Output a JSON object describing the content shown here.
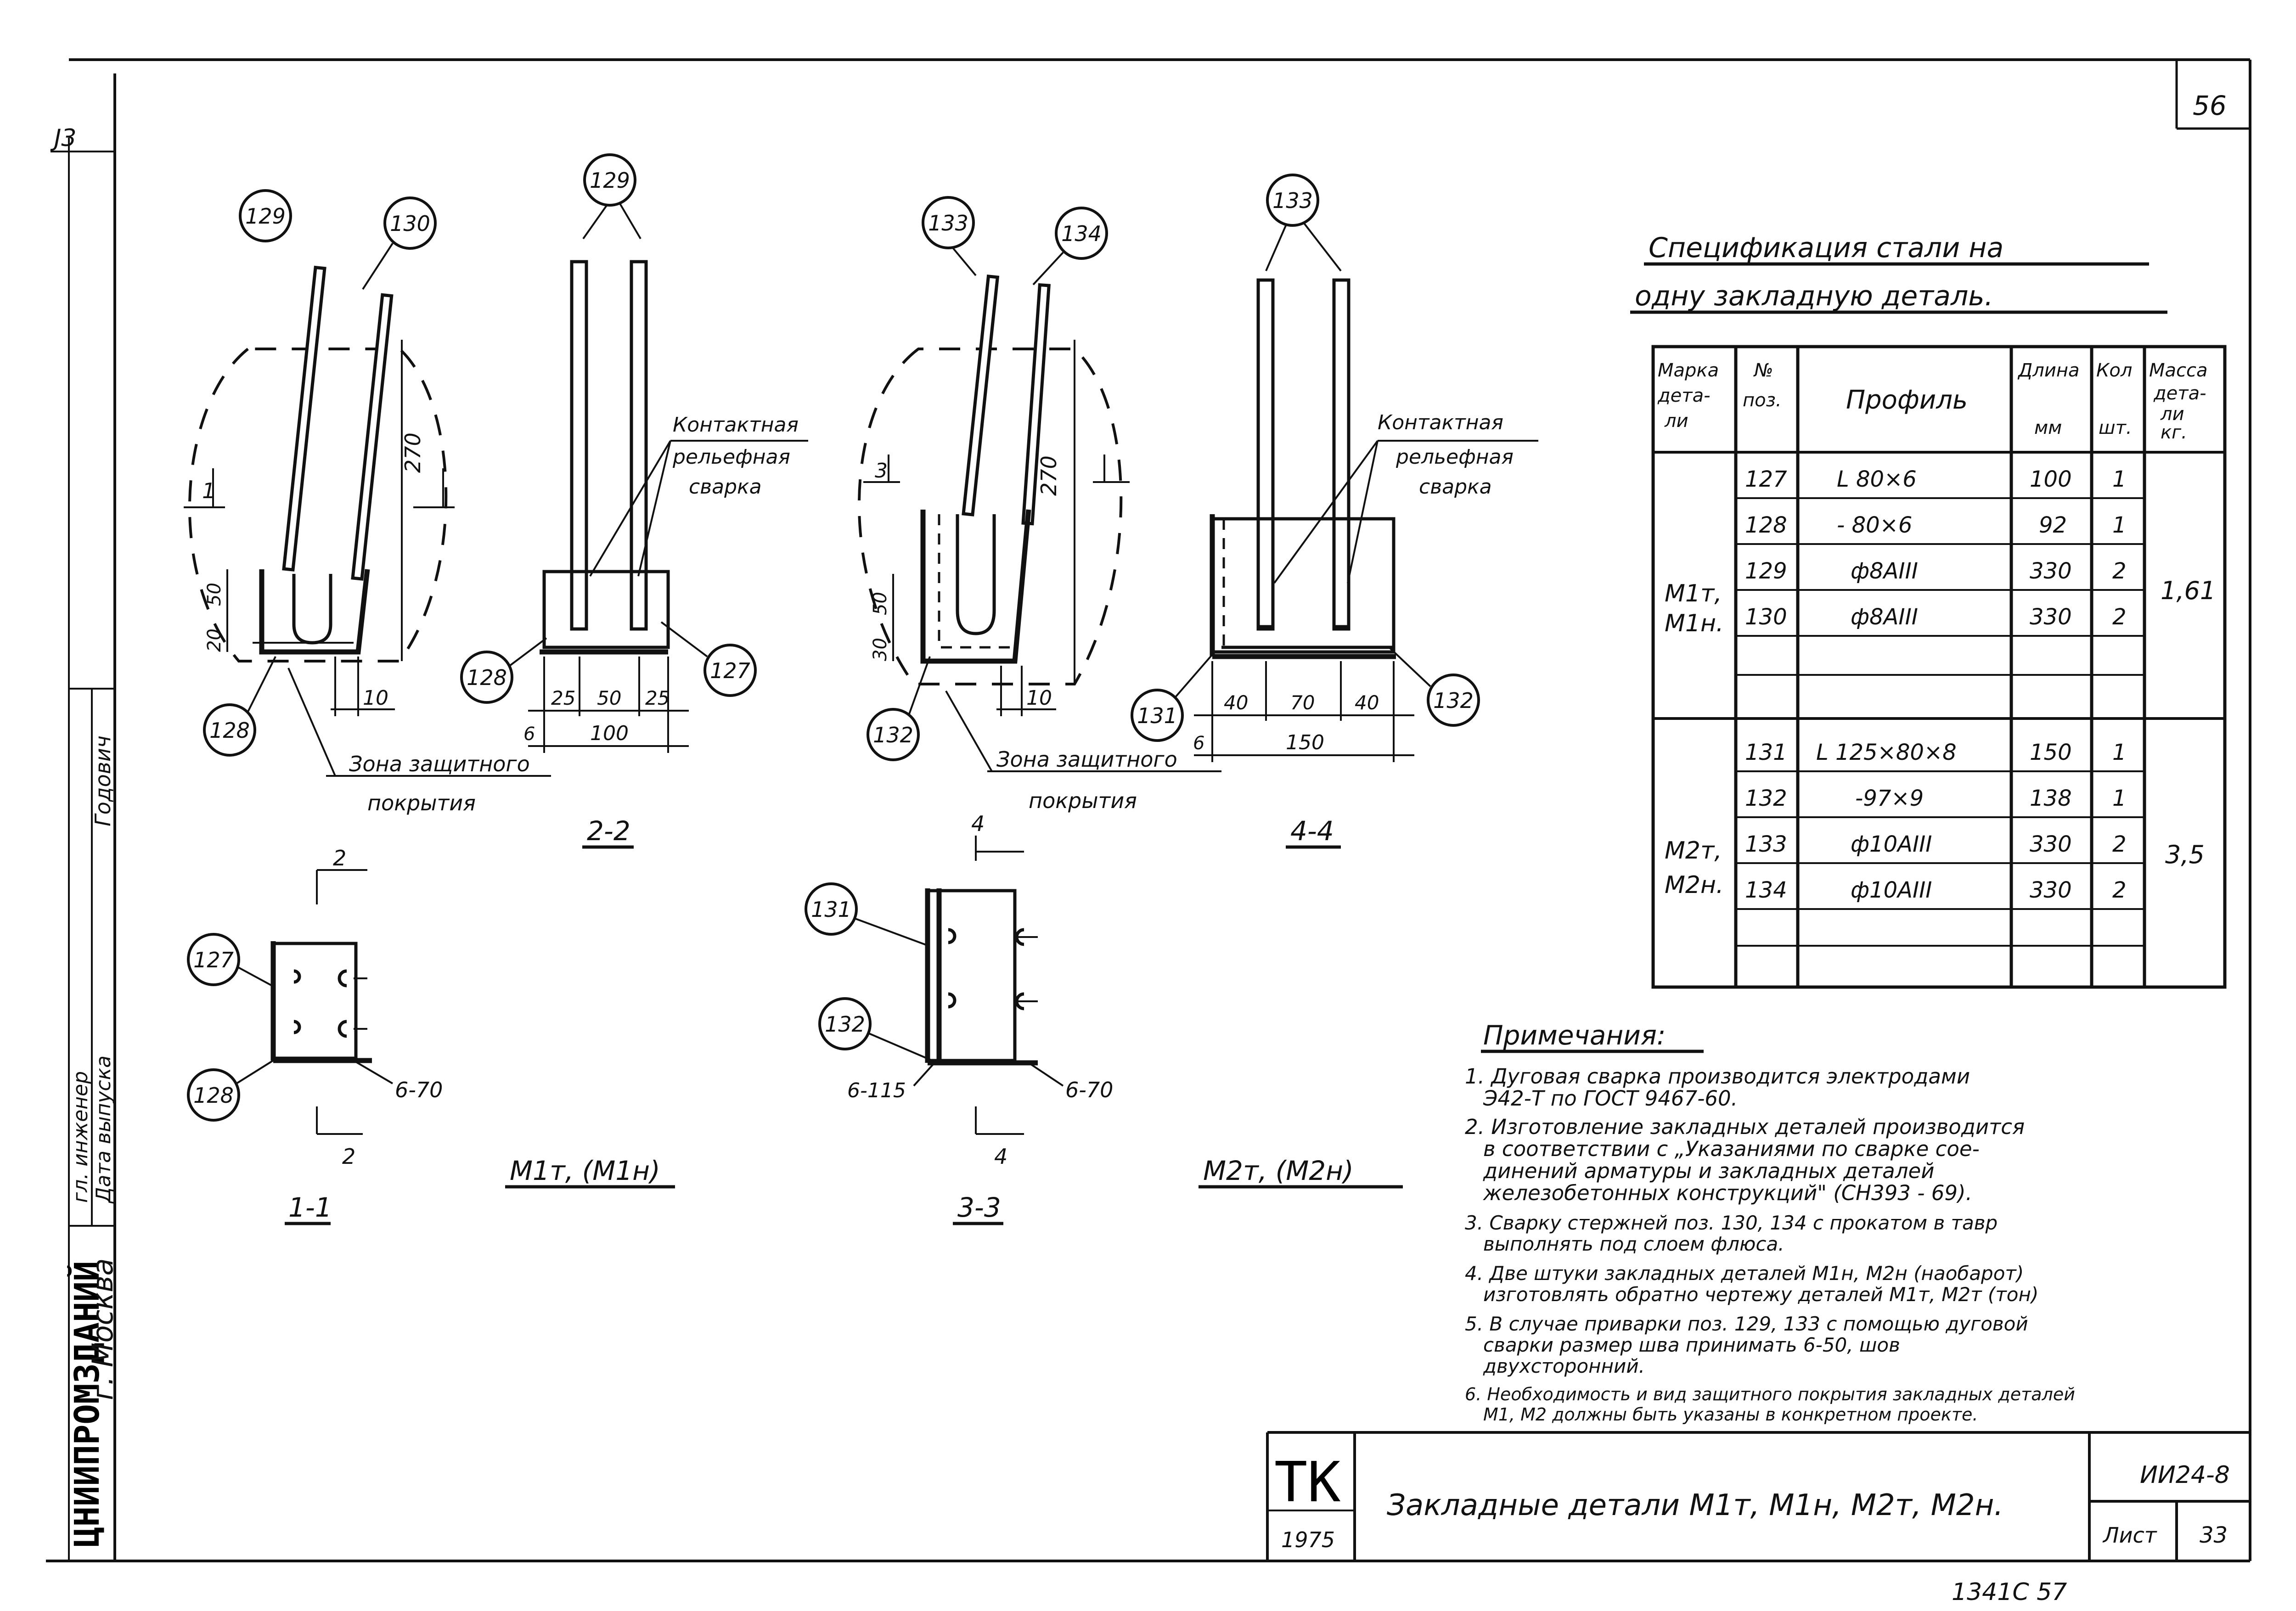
{
  "sheet": {
    "page_number": "56",
    "corner_mark": "J3",
    "stamp_code": "ТК",
    "stamp_year": "1975",
    "title": "Закладные детали М1т, М1н, М2т, М2н.",
    "doc_code": "ИИ24-8",
    "sheet_label": "Лист",
    "sheet_number": "33",
    "footer_note": "1341С 57"
  },
  "side_block": {
    "org": "ЦНИИПРОМЗДАНИЙ",
    "city": "г. Москва",
    "engineer_label": "гл. инженер",
    "issue_date_label": "Дата выпуска",
    "name": "Годович"
  },
  "drawings": {
    "d1": {
      "bubbles": [
        "129",
        "130",
        "128"
      ],
      "dims": [
        "270",
        "50",
        "20",
        "10"
      ],
      "cut_mark": "1",
      "zone_label_1": "Зона защитного",
      "zone_label_2": "покрытия"
    },
    "d2": {
      "bubbles": [
        "129",
        "128",
        "127"
      ],
      "dims": [
        "25",
        "50",
        "25",
        "100",
        "6"
      ],
      "note_1": "Контактная",
      "note_2": "рельефная",
      "note_3": "сварка",
      "caption": "2-2"
    },
    "d3": {
      "bubbles": [
        "133",
        "134",
        "132"
      ],
      "dims": [
        "270",
        "50",
        "30",
        "10"
      ],
      "cut_mark": "3",
      "zone_label_1": "Зона защитного",
      "zone_label_2": "покрытия"
    },
    "d4": {
      "bubbles": [
        "133",
        "131",
        "132"
      ],
      "dims": [
        "40",
        "70",
        "40",
        "150",
        "6"
      ],
      "note_1": "Контактная",
      "note_2": "рельефная",
      "note_3": "сварка",
      "caption": "4-4"
    },
    "s1": {
      "bubbles": [
        "127",
        "128"
      ],
      "weld": "6-70",
      "mark": "2",
      "caption": "1-1",
      "part_caption": "М1т, (М1н)"
    },
    "s3": {
      "bubbles": [
        "131",
        "132"
      ],
      "weld_left": "6-115",
      "weld_right": "6-70",
      "mark": "4",
      "caption": "3-3",
      "part_caption": "М2т, (М2н)"
    }
  },
  "spec": {
    "title_1": "Спецификация стали на",
    "title_2": "одну закладную деталь.",
    "headers": [
      [
        "Марка",
        "дета-",
        "ли"
      ],
      [
        "№",
        "поз."
      ],
      [
        "Профиль"
      ],
      [
        "Длина",
        "мм"
      ],
      [
        "Кол",
        "шт."
      ],
      [
        "Масса",
        "дета-",
        "ли",
        "кг."
      ]
    ],
    "group1_mark_1": "М1т,",
    "group1_mark_2": "М1н.",
    "group1_mass": "1,61",
    "group1_rows": [
      {
        "pos": "127",
        "profile": "L 80×6",
        "len": "100",
        "qty": "1"
      },
      {
        "pos": "128",
        "profile": "- 80×6",
        "len": "92",
        "qty": "1"
      },
      {
        "pos": "129",
        "profile": "ф8АIII",
        "len": "330",
        "qty": "2"
      },
      {
        "pos": "130",
        "profile": "ф8АIII",
        "len": "330",
        "qty": "2"
      }
    ],
    "group2_mark_1": "М2т,",
    "group2_mark_2": "М2н.",
    "group2_mass": "3,5",
    "group2_rows": [
      {
        "pos": "131",
        "profile": "L 125×80×8",
        "len": "150",
        "qty": "1"
      },
      {
        "pos": "132",
        "profile": "-97×9",
        "len": "138",
        "qty": "1"
      },
      {
        "pos": "133",
        "profile": "ф10АIII",
        "len": "330",
        "qty": "2"
      },
      {
        "pos": "134",
        "profile": "ф10АIII",
        "len": "330",
        "qty": "2"
      }
    ]
  },
  "notes": {
    "title": "Примечания:",
    "lines": [
      "1. Дуговая сварка производится электродами",
      "Э42-Т по ГОСТ 9467-60.",
      "2. Изготовление закладных деталей производится",
      "в соответствии с „Указаниями по сварке сое-",
      "динений арматуры и закладных деталей",
      "железобетонных конструкций\" (СН393 - 69).",
      "3. Сварку стержней поз. 130, 134 с прокатом в тавр",
      "выполнять под слоем флюса.",
      "4. Две штуки закладных деталей М1н, М2н (наобарот)",
      "изготовлять обратно чертежу деталей М1т, М2т (тон)",
      "5. В случае приварки поз. 129, 133 с помощью дуговой",
      "сварки размер шва принимать 6-50, шов",
      "двухсторонний.",
      "6. Необходимость и вид защитного покрытия закладных деталей",
      "М1, М2 должны быть указаны в конкретном проекте."
    ]
  }
}
